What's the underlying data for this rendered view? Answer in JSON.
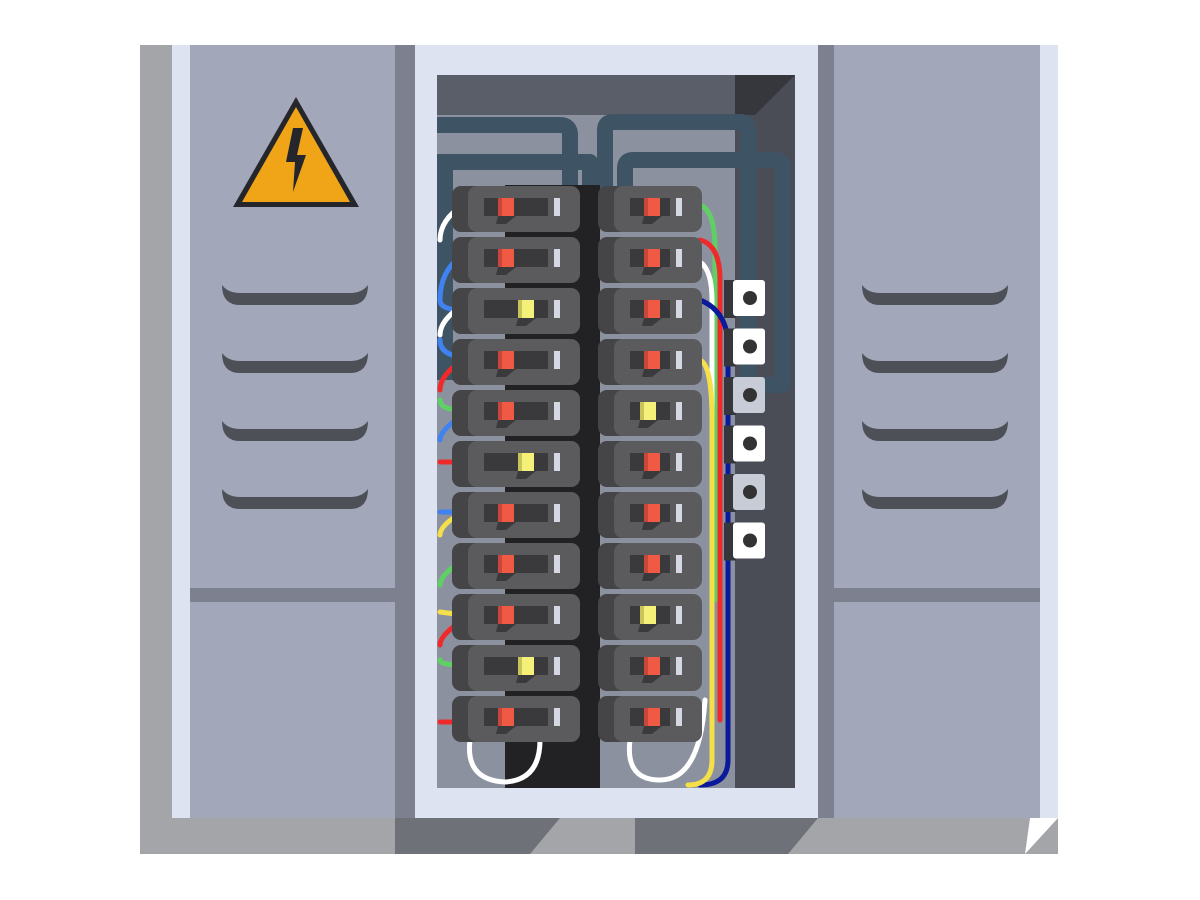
{
  "icons": [
    "high-voltage-warning-icon"
  ],
  "colors": {
    "door": "#a3a7ba",
    "door_dark": "#7d808e",
    "frame": "#dde3f0",
    "interior": "#5a5e68",
    "breaker_body": "#5b5b5d",
    "indicator_off": "#f05a45",
    "indicator_on": "#f5f07a",
    "warning": "#f0a418",
    "wires": [
      "#ffffff",
      "#3f82f0",
      "#5fd164",
      "#f02a2a",
      "#f5e04a",
      "#0a1a9a"
    ]
  },
  "breakers": {
    "left": [
      "off",
      "off",
      "on",
      "off",
      "off",
      "on",
      "off",
      "off",
      "off",
      "on",
      "off"
    ],
    "right": [
      "off",
      "off",
      "off",
      "off",
      "on",
      "off",
      "off",
      "off",
      "on",
      "off",
      "off"
    ]
  },
  "terminal_count": 6,
  "vent_slots_per_door": 4
}
